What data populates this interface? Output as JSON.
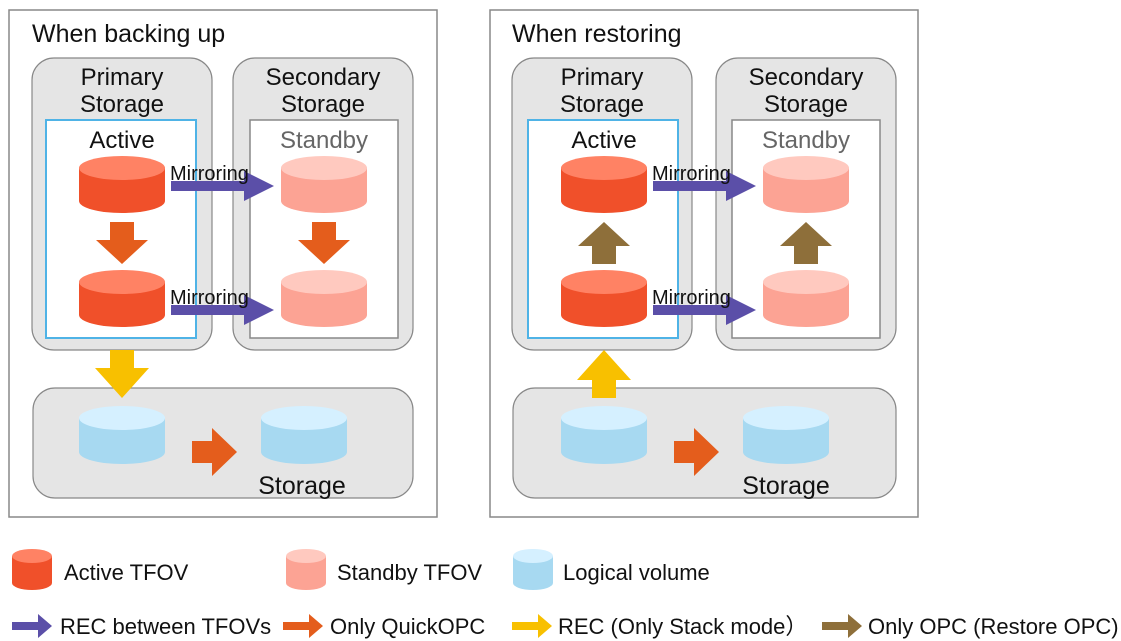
{
  "colors": {
    "active_fill": "#f0502a",
    "active_top": "#ff8264",
    "standby_fill": "#fca394",
    "standby_top": "#ffc9bf",
    "logical_fill": "#a7d9f1",
    "logical_top": "#d5f0ff",
    "rec_tfov_arrow": "#5b4fa8",
    "quickopc_arrow": "#e45d1c",
    "rec_stack_arrow": "#f8c000",
    "opc_arrow": "#8e6f3a",
    "panel_border": "#888888",
    "box_fill": "#e5e5e5",
    "active_frame": "#4fb3e6"
  },
  "panels": [
    {
      "title": "When backing up",
      "primary_label_1": "Primary",
      "primary_label_2": "Storage",
      "secondary_label_1": "Secondary",
      "secondary_label_2": "Storage",
      "active_label": "Active",
      "standby_label": "Standby",
      "mirror_top": "Mirroring",
      "mirror_bottom": "Mirroring",
      "storage_label": "Storage",
      "vertical_arrow": "quickopc-down",
      "storage_arrow": "rec-stack-down"
    },
    {
      "title": "When restoring",
      "primary_label_1": "Primary",
      "primary_label_2": "Storage",
      "secondary_label_1": "Secondary",
      "secondary_label_2": "Storage",
      "active_label": "Active",
      "standby_label": "Standby",
      "mirror_top": "Mirroring",
      "mirror_bottom": "Mirroring",
      "storage_label": "Storage",
      "vertical_arrow": "opc-up",
      "storage_arrow": "rec-stack-up"
    }
  ],
  "legend": {
    "active_tfov": "Active TFOV",
    "standby_tfov": "Standby TFOV",
    "logical_volume": "Logical volume",
    "rec_between": "REC between TFOVs",
    "only_quickopc": "Only QuickOPC",
    "rec_stack": "REC (Only Stack mode）",
    "only_opc": "Only OPC (Restore OPC)"
  }
}
